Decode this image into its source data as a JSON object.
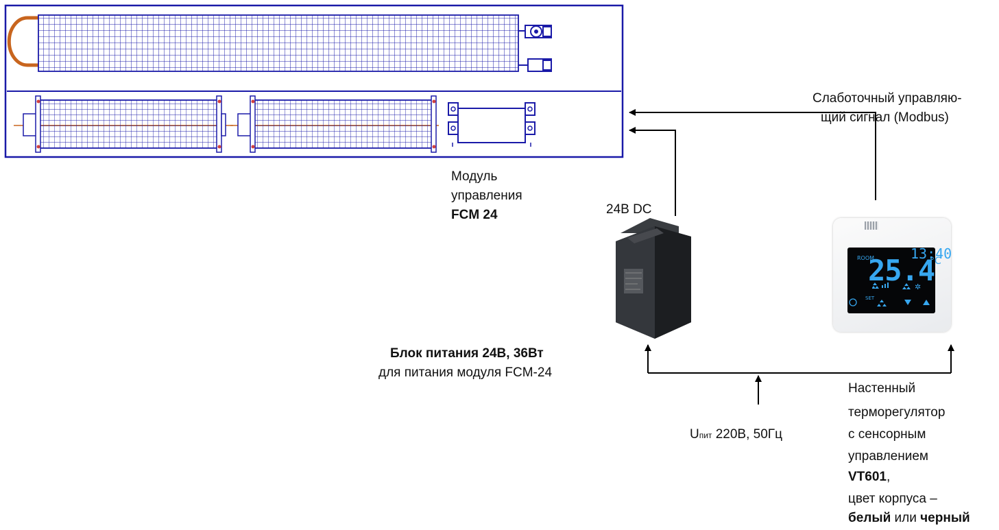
{
  "labels": {
    "signal_line1": "Слаботочный управляю-",
    "signal_line2": "щий сигнал (Modbus)",
    "module_line1": "Модуль",
    "module_line2": "управления",
    "module_name": "FCM 24",
    "dc_label": "24В DC",
    "psu_title": "Блок питания 24В, 36Вт",
    "psu_desc": "для питания модуля FCM-24",
    "supply_prefix": "U",
    "supply_sub": "пит",
    "supply_value": "220В, 50Гц",
    "thermo_line1": "Настенный",
    "thermo_line2": "терморегулятор",
    "thermo_line3": "с сенсорным",
    "thermo_line4": "управлением",
    "thermo_model": "VT601",
    "thermo_model_suffix": ",",
    "thermo_line6": "цвет корпуса –",
    "thermo_white": "белый",
    "thermo_or": " или ",
    "thermo_black": "черный"
  },
  "thermostat_display": {
    "time": "13:40",
    "temperature": "25.4",
    "unit": "°C",
    "room": "ROOM",
    "btn_set": "SET"
  },
  "colors": {
    "drawing_blue": "#1a1aa8",
    "pipe_orange": "#c8651e",
    "display_blue": "#37a7f0",
    "line": "#000000"
  }
}
